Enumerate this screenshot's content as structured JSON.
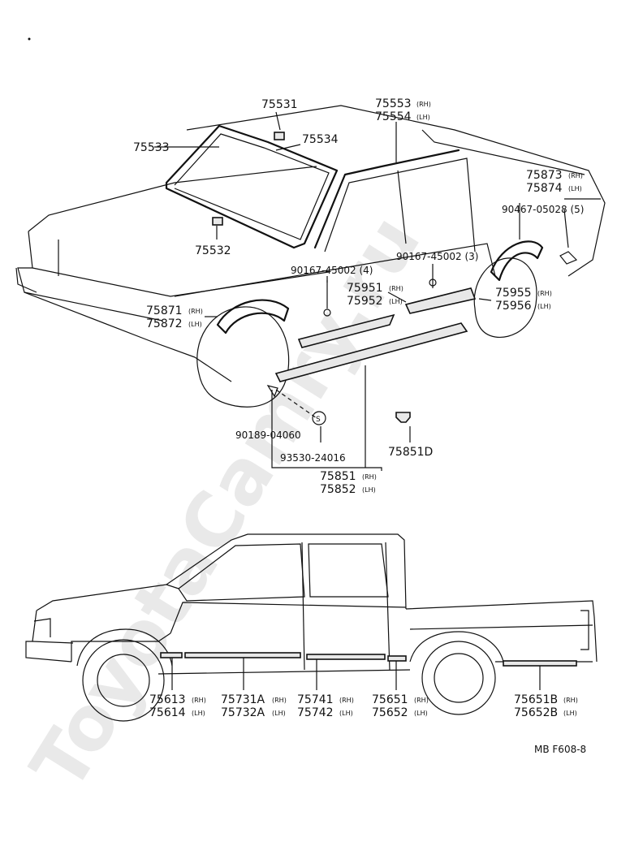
{
  "watermark": "ToyotaCamry.ru",
  "diagram_code": "MB F608-8",
  "parts": {
    "p75531": "75531",
    "p75533": "75533",
    "p75534": "75534",
    "p75532": "75532",
    "p75553": "75553",
    "p75554": "75554",
    "p75873": "75873",
    "p75874": "75874",
    "p90467": "90467-05028 (5)",
    "p90167a": "90167-45002 (4)",
    "p90167b": "90167-45002 (3)",
    "p75951": "75951",
    "p75952": "75952",
    "p75955": "75955",
    "p75956": "75956",
    "p75871": "75871",
    "p75872": "75872",
    "p90189": "90189-04060",
    "p93530": "93530-24016",
    "p75851D": "75851D",
    "p75851": "75851",
    "p75852": "75852",
    "p75613": "75613",
    "p75614": "75614",
    "p75731A": "75731A",
    "p75732A": "75732A",
    "p75741": "75741",
    "p75742": "75742",
    "p75651": "75651",
    "p75652": "75652",
    "p75651B": "75651B",
    "p75652B": "75652B"
  },
  "side_labels": {
    "rh": "(RH)",
    "lh": "(LH)"
  }
}
